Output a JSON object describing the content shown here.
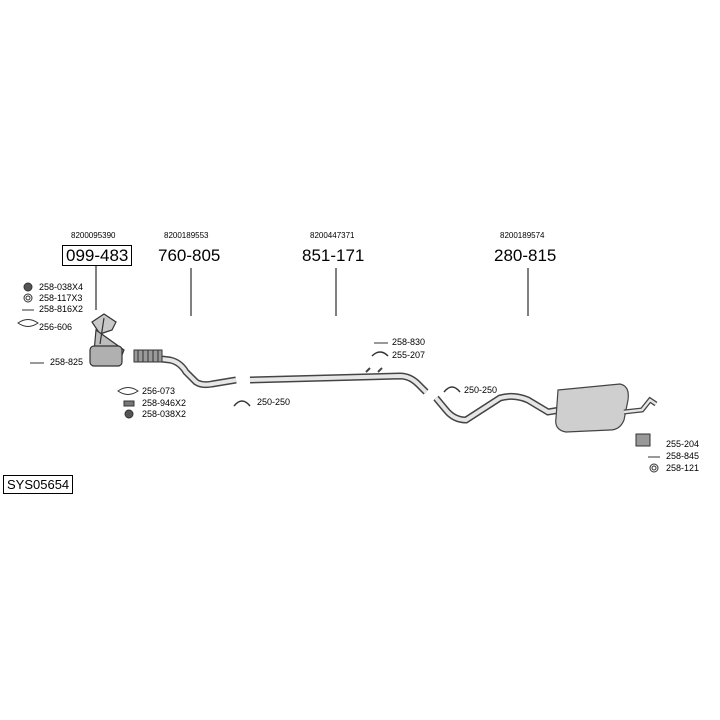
{
  "system_code": "SYS05654",
  "parts": [
    {
      "oem": "8200095390",
      "number": "099-483"
    },
    {
      "oem": "8200189553",
      "number": "760-805"
    },
    {
      "oem": "8200447371",
      "number": "851-171"
    },
    {
      "oem": "8200189574",
      "number": "280-815"
    }
  ],
  "fittings": {
    "a1": "258-038X4",
    "a2": "258-117X3",
    "a3": "258-816X2",
    "a4": "256-606",
    "a5": "258-825",
    "b1": "256-073",
    "b2": "258-946X2",
    "b3": "258-038X2",
    "c1": "250-250",
    "d1": "258-830",
    "d2": "255-207",
    "e1": "250-250",
    "f1": "255-204",
    "f2": "258-845",
    "f3": "258-121"
  }
}
